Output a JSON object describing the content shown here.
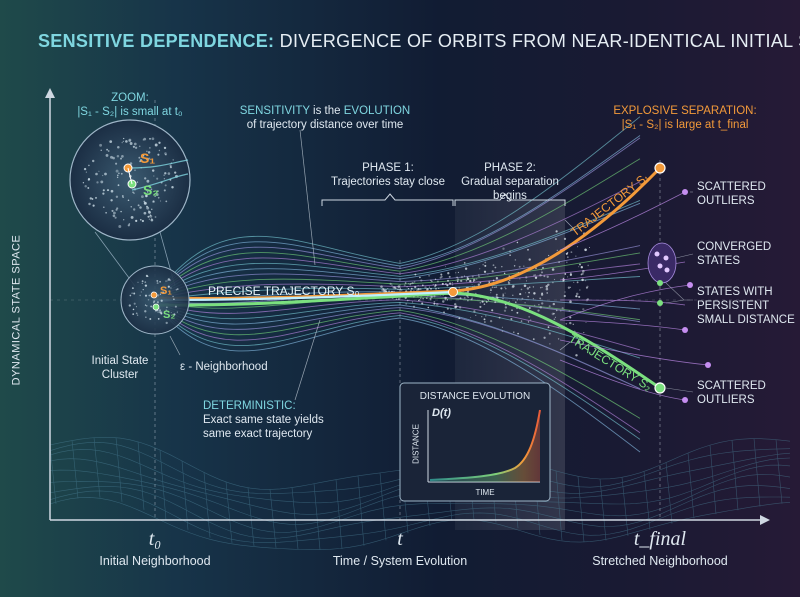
{
  "title": {
    "lead": "SENSITIVE DEPENDENCE:",
    "rest": " DIVERGENCE OF ORBITS FROM NEAR-IDENTICAL INITIAL STATES"
  },
  "y_axis_label": "DYNAMICAL STATE SPACE",
  "zoom": {
    "heading": "ZOOM:",
    "formula": "|S₁ - S₂| is small at t₀",
    "s1": "S₁",
    "s2": "S₂"
  },
  "sensitivity": {
    "w1": "SENSITIVITY",
    "w2": " is the ",
    "w3": "EVOLUTION",
    "line2": "of trajectory distance over time"
  },
  "explosive": {
    "heading": "EXPLOSIVE SEPARATION:",
    "formula": "|S₁ - S₂| is large at t_final"
  },
  "phase1": {
    "title": "PHASE 1:",
    "desc": "Trajectories stay close"
  },
  "phase2": {
    "title": "PHASE 2:",
    "desc1": "Gradual separation",
    "desc2": "begins"
  },
  "trajectories": {
    "precise": "PRECISE TRAJECTORY S₀",
    "traj1": "TRAJECTORY S₁",
    "traj2": "TRAJECTORY S₂"
  },
  "cluster": {
    "s1": "S₁",
    "s2": "S₂",
    "initial_l1": "Initial State",
    "initial_l2": "Cluster",
    "epsilon": "ε - Neighborhood"
  },
  "deterministic": {
    "heading": "DETERMINISTIC:",
    "l1": "Exact same state yields",
    "l2": "same exact trajectory"
  },
  "inset": {
    "title": "DISTANCE EVOLUTION",
    "formula": "D(t)",
    "ylabel": "DISTANCE",
    "xlabel": "TIME"
  },
  "right_labels": {
    "scattered_top_1": "SCATTERED",
    "scattered_top_2": "OUTLIERS",
    "converged_1": "CONVERGED",
    "converged_2": "STATES",
    "persistent_1": "STATES WITH",
    "persistent_2": "PERSISTENT",
    "persistent_3": "SMALL DISTANCE",
    "scattered_bot_1": "SCATTERED",
    "scattered_bot_2": "OUTLIERS"
  },
  "time_axis": {
    "t0": "t₀",
    "t0_label": "Initial Neighborhood",
    "t": "t",
    "t_label": "Time / System Evolution",
    "tf": "t_final",
    "tf_label": "Stretched Neighborhood"
  },
  "colors": {
    "cyan": "#7fd6e0",
    "orange": "#f39a3a",
    "green": "#7be07f",
    "purple": "#c58ef0",
    "text": "#dfe8f0"
  }
}
